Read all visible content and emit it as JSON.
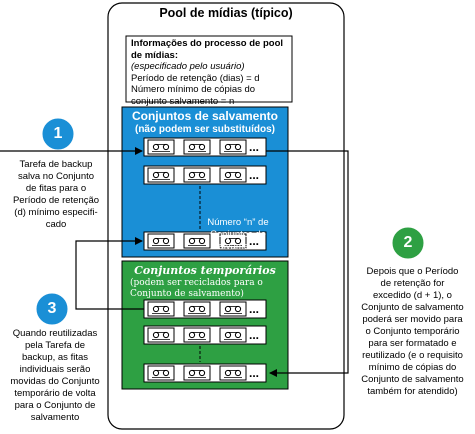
{
  "pool": {
    "title": "Pool de mídias (típico)",
    "info": {
      "heading": "Informações do processo de pool de mídias:",
      "spec": "(especificado pelo usuário)",
      "retention": "Período de retenção (dias) = d",
      "min_copies_1": "Número mínimo de cópias do",
      "min_copies_2": "conjunto salvamento = n"
    }
  },
  "save_sets": {
    "title": "Conjuntos de salvamento",
    "subtitle": "(não podem ser substituídos)",
    "nth_label_1": "Número “n” de",
    "nth_label_2": "Conjuntos de",
    "nth_label_3": "salvamento"
  },
  "temp_sets": {
    "title": "Conjuntos temporários",
    "subtitle_1": "(podem ser reciclados para o",
    "subtitle_2": "Conjunto de salvamento)"
  },
  "ellipsis": "...",
  "steps": [
    {
      "number": "1",
      "lines": [
        "Tarefa de backup",
        "salva no Conjunto",
        "de fitas para o",
        "Período de retenção",
        "(d) mínimo especifi-",
        "cado"
      ]
    },
    {
      "number": "2",
      "lines": [
        "Depois que o Período",
        "de retenção for",
        "excedido (d + 1), o",
        "Conjunto de salvamento",
        "poderá ser movido para",
        "o Conjunto temporário",
        "para ser formatado e",
        "reutilizado (e o requisito",
        "mínimo de cópias do",
        "Conjunto de salvamento",
        "também for atendido)"
      ]
    },
    {
      "number": "3",
      "lines": [
        "Quando reutilizadas",
        "pela Tarefa de",
        "backup, as fitas",
        "individuais serão",
        "movidas do Conjunto",
        "temporário de volta",
        "para o Conjunto de",
        "salvamento"
      ]
    }
  ],
  "colors": {
    "save_blue": "#1a8fd6",
    "temp_green": "#2ea043",
    "badge_blue": "#1a8fd6",
    "badge_green": "#2ea043"
  }
}
